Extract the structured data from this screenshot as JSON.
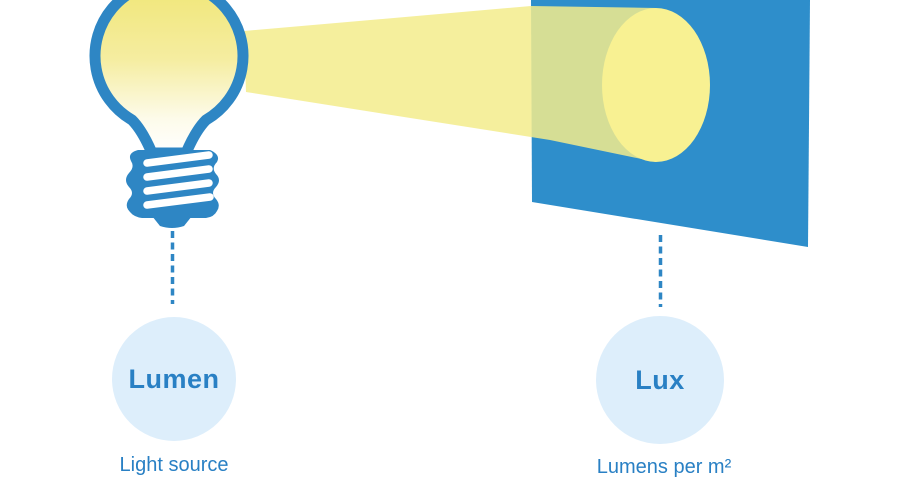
{
  "diagram": {
    "left": {
      "term": "Lumen",
      "caption": "Light source"
    },
    "right": {
      "term": "Lux",
      "caption": "Lumens per m²"
    }
  },
  "colors": {
    "outline_blue": "#2e86c4",
    "surface_blue": "#2e8ecb",
    "beam_yellow": "#f3ec8c",
    "spot_yellow": "#f8f192",
    "glow_yellow": "#f0e676",
    "bubble_fill": "#ddeefb",
    "text_blue": "#2980c4",
    "background": "#ffffff"
  }
}
